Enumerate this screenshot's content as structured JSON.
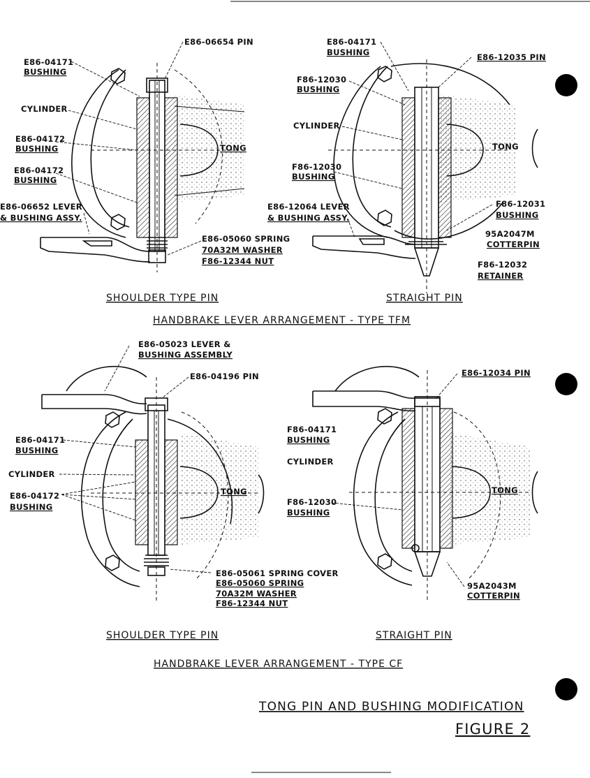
{
  "figure_title": "TONG PIN AND BUSHING MODIFICATION",
  "figure_number": "FIGURE 2",
  "tfm": {
    "caption": "HANDBRAKE LEVER ARRANGEMENT - TYPE TFM",
    "left": {
      "subcaption": "SHOULDER TYPE PIN",
      "pin": "E86-06654 PIN",
      "bushing_top_part": "E86-04171",
      "bushing_top": "BUSHING",
      "cylinder": "CYLINDER",
      "bushing_mid_part": "E86-04172",
      "bushing_mid": "BUSHING",
      "bushing_low_part": "E86-04172",
      "bushing_low": "BUSHING",
      "lever_1": "E86-06652 LEVER",
      "lever_2": "& BUSHING ASSY.",
      "tong": "TONG",
      "spring": "E86-05060 SPRING",
      "washer": "70A32M WASHER",
      "nut": "F86-12344 NUT"
    },
    "right": {
      "subcaption": "STRAIGHT PIN",
      "bushing_top_part": "E86-04171",
      "bushing_top": "BUSHING",
      "pin": "E86-12035 PIN",
      "bushing_a_part": "F86-12030",
      "bushing_a": "BUSHING",
      "cylinder": "CYLINDER",
      "tong": "TONG",
      "bushing_b_part": "F86-12030",
      "bushing_b": "BUSHING",
      "lever_1": "E86-12064 LEVER",
      "lever_2": "& BUSHING ASSY.",
      "bushing_c_part": "F86-12031",
      "bushing_c": "BUSHING",
      "cotterpin_part": "95A2047M",
      "cotterpin": "COTTERPIN",
      "retainer_part": "F86-12032",
      "retainer": "RETAINER"
    }
  },
  "cf": {
    "caption": "HANDBRAKE LEVER ARRANGEMENT - TYPE CF",
    "left": {
      "subcaption": "SHOULDER TYPE PIN",
      "lever_1": "E86-05023 LEVER &",
      "lever_2": "BUSHING ASSEMBLY",
      "pin": "E86-04196 PIN",
      "bushing_top_part": "E86-04171",
      "bushing_top": "BUSHING",
      "cylinder": "CYLINDER",
      "bushing_mid_part": "E86-04172",
      "bushing_mid": "BUSHING",
      "tong": "TONG",
      "spring_cover": "E86-05061 SPRING COVER",
      "spring": "E86-05060 SPRING",
      "washer": "70A32M WASHER",
      "nut": "F86-12344 NUT"
    },
    "right": {
      "subcaption": "STRAIGHT PIN",
      "pin": "E86-12034 PIN",
      "bushing_a_part": "F86-04171",
      "bushing_a": "BUSHING",
      "cylinder": "CYLINDER",
      "bushing_b_part": "F86-12030",
      "bushing_b": "BUSHING",
      "tong": "TONG",
      "cotterpin_part": "95A2043M",
      "cotterpin": "COTTERPIN"
    }
  }
}
